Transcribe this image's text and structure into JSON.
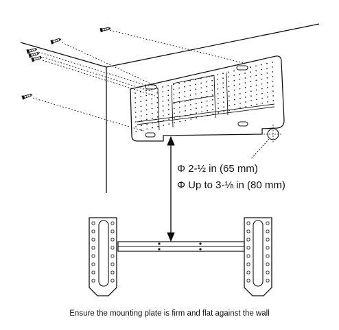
{
  "dimensions": {
    "line1": "Φ 2-½ in (65 mm)",
    "line2": "Φ Up to 3-⅛ in (80 mm)"
  },
  "caption": "Ensure the mounting plate is firm and flat against the wall",
  "colors": {
    "ink": "#111111",
    "background": "#ffffff"
  },
  "icons": [
    "screw-icon",
    "mounting-plate",
    "wall-bracket",
    "hole-diameter-marker",
    "double-arrow"
  ]
}
